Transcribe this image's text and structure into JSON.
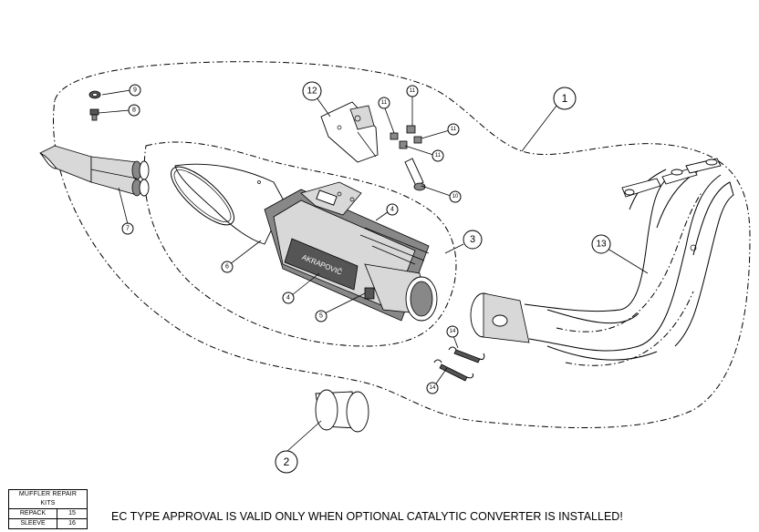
{
  "callouts": [
    {
      "id": "c1",
      "label": "1"
    },
    {
      "id": "c2",
      "label": "2"
    },
    {
      "id": "c3",
      "label": "3"
    },
    {
      "id": "c4a",
      "label": "4"
    },
    {
      "id": "c4b",
      "label": "4"
    },
    {
      "id": "c5",
      "label": "5"
    },
    {
      "id": "c6",
      "label": "6"
    },
    {
      "id": "c7",
      "label": "7"
    },
    {
      "id": "c8",
      "label": "8"
    },
    {
      "id": "c9",
      "label": "9"
    },
    {
      "id": "c10",
      "label": "10"
    },
    {
      "id": "c11a",
      "label": "11"
    },
    {
      "id": "c11b",
      "label": "11"
    },
    {
      "id": "c11c",
      "label": "11"
    },
    {
      "id": "c11d",
      "label": "11"
    },
    {
      "id": "c12",
      "label": "12"
    },
    {
      "id": "c13",
      "label": "13"
    },
    {
      "id": "c14a",
      "label": "14"
    },
    {
      "id": "c14b",
      "label": "14"
    }
  ],
  "repair_kits": {
    "title": "MUFFLER REPAIR KITS",
    "rows": [
      {
        "name": "REPACK",
        "number": "15"
      },
      {
        "name": "SLEEVE",
        "number": "16"
      }
    ]
  },
  "notice": "EC TYPE APPROVAL IS VALID ONLY WHEN OPTIONAL CATALYTIC CONVERTER IS INSTALLED!"
}
